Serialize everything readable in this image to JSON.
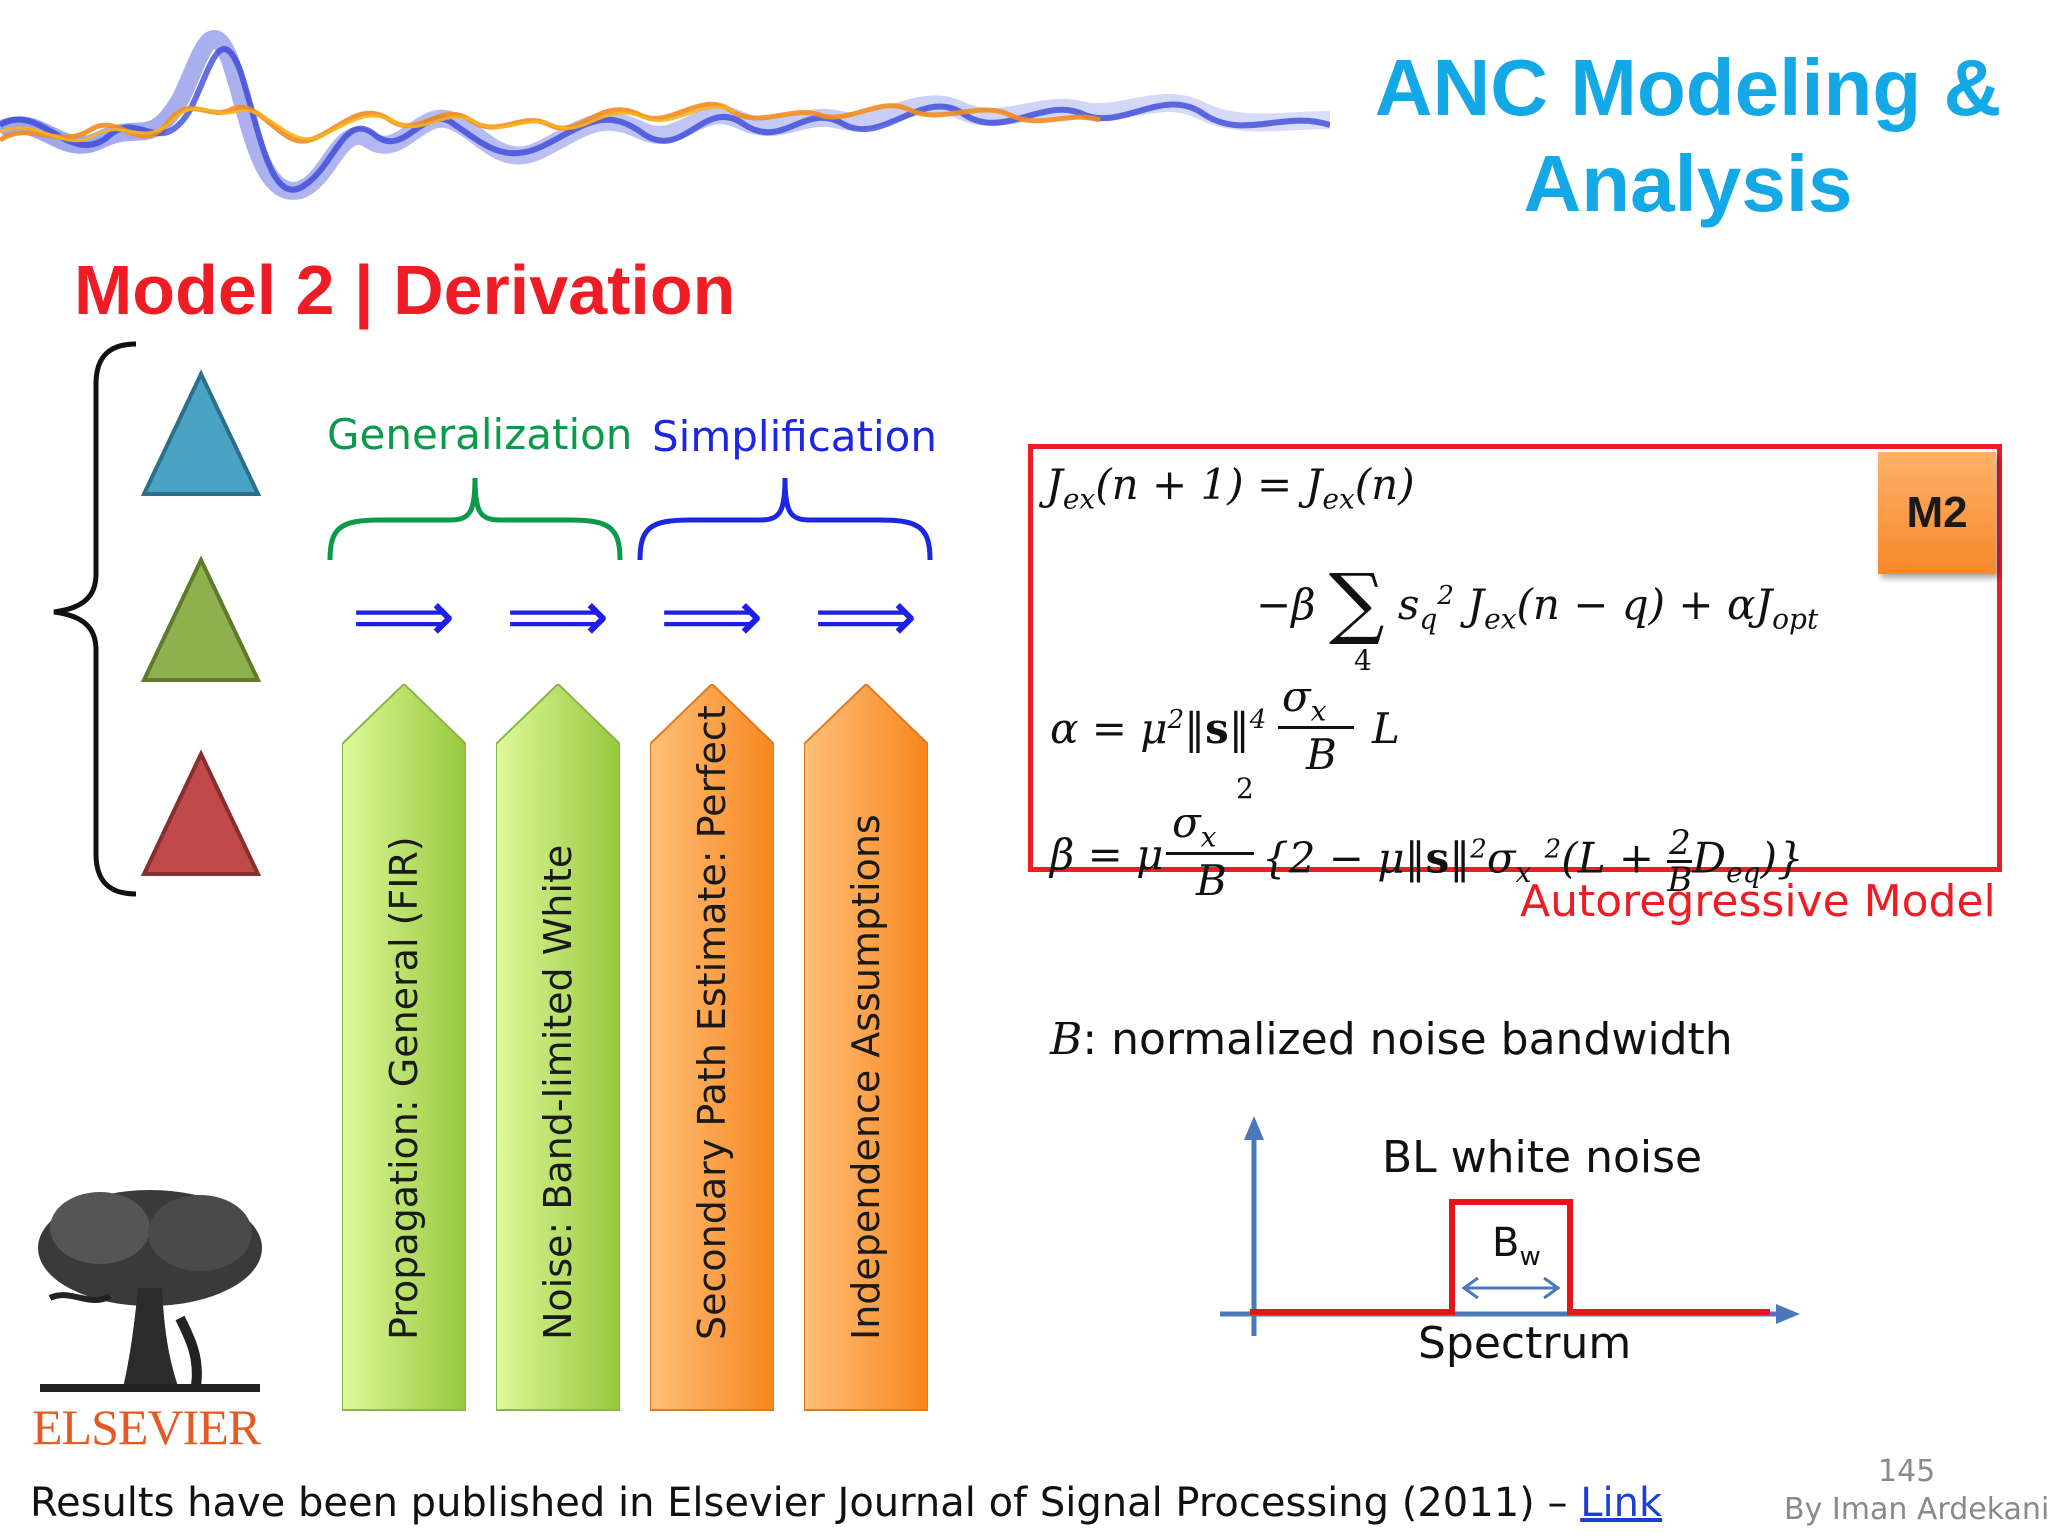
{
  "slide": {
    "title_line1": "ANC Modeling &",
    "title_line2": "Analysis",
    "subtitle": "Model 2 | Derivation"
  },
  "flow": {
    "generalization_label": "Generalization",
    "simplification_label": "Simplification",
    "arrow_glyph": "⟹",
    "columns": [
      {
        "label": "Propagation: General (FIR)",
        "color": "#a6d64a"
      },
      {
        "label": "Noise: Band-limited White",
        "color": "#a6d64a"
      },
      {
        "label": "Secondary Path Estimate: Perfect",
        "color": "#f98f2c"
      },
      {
        "label": "Independence Assumptions",
        "color": "#f98f2c"
      }
    ]
  },
  "colors": {
    "title": "#15a8e6",
    "subtitle": "#ee1c25",
    "generalization": "#0b9a49",
    "simplification": "#1d26e0",
    "triangle_top": "#4aa3c3",
    "triangle_middle": "#8fb04e",
    "triangle_bottom": "#c0494a",
    "model_box_border": "#ee1c25"
  },
  "model": {
    "badge": "M2",
    "caption": "Autoregressive Model"
  },
  "bandwidth": {
    "definition_symbol": "B",
    "definition_text": ": normalized noise bandwidth",
    "plot_title": "BL white noise",
    "bw_main": "B",
    "bw_sub": "w",
    "axis_label": "Spectrum"
  },
  "footer": {
    "text": "Results have been published in Elsevier Journal of Signal Processing (2011) – ",
    "link_text": "Link",
    "page_number": "145",
    "author": "By Iman Ardekani"
  },
  "logo": {
    "publisher": "ELSEVIER"
  }
}
